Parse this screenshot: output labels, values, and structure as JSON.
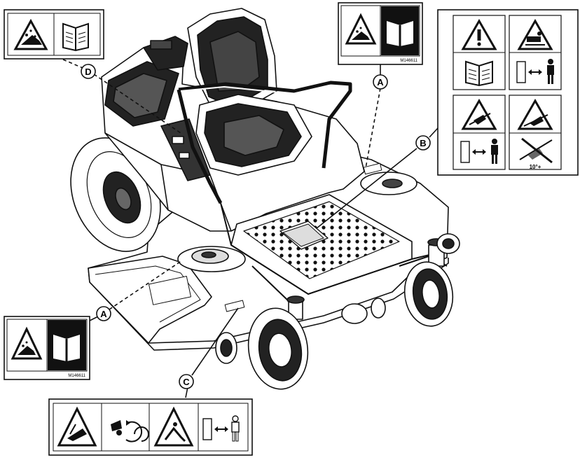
{
  "callouts": {
    "a_top": "A",
    "a_left": "A",
    "b": "B",
    "c": "C",
    "d": "D"
  },
  "decals": {
    "a_part_number": "M146611",
    "a_left_part_number": "M146611",
    "b_slope_label": "10°+"
  },
  "icons": {
    "decal_d": [
      "discharge-hazard-icon",
      "operator-manual-icon"
    ],
    "decal_a": [
      "discharge-hazard-icon",
      "operator-manual-icon"
    ],
    "decal_b": [
      "warning-alert-icon",
      "crush-hazard-icon",
      "operator-manual-icon",
      "keep-distance-icon",
      "rollover-hazard-icon",
      "no-steep-slope-icon"
    ],
    "decal_c": [
      "blade-cut-hazard-icon",
      "no-rotating-blade-icon",
      "thrown-object-hazard-icon",
      "keep-distance-icon"
    ]
  }
}
